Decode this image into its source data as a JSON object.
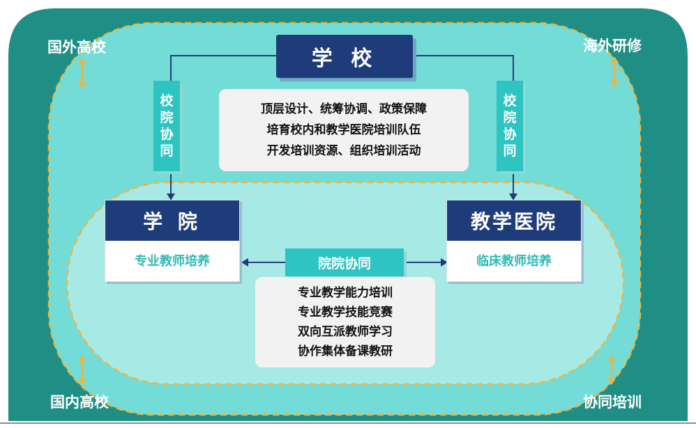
{
  "colors": {
    "outer_bg": "#1f8f86",
    "inner_bg": "#74dcd6",
    "core_bg": "#a7e9e4",
    "dashed": "#f0b43a",
    "navy": "#1f3c7a",
    "teal": "#2ec4c1",
    "arrow_gold": "#f0b43a",
    "arrow_blue": "#1f3c7a"
  },
  "corners": {
    "top_left": "国外高校",
    "top_right": "海外研修",
    "bottom_left": "国内高校",
    "bottom_right": "协同培训"
  },
  "school": {
    "title": "学 校",
    "duties": [
      "顶层设计、统筹协调、政策保障",
      "培育校内和教学医院培训队伍",
      "开发培训资源、组织培训活动"
    ]
  },
  "links": {
    "left_vertical": [
      "校",
      "院",
      "协",
      "同"
    ],
    "right_vertical": [
      "校",
      "院",
      "协",
      "同"
    ],
    "horizontal": "院院协同"
  },
  "college": {
    "title": "学 院",
    "role": "专业教师培养"
  },
  "hospital": {
    "title": "教学医院",
    "role": "临床教师培养"
  },
  "collab_items": [
    "专业教学能力培训",
    "专业教学技能竞赛",
    "双向互派教师学习",
    "协作集体备课教研"
  ]
}
